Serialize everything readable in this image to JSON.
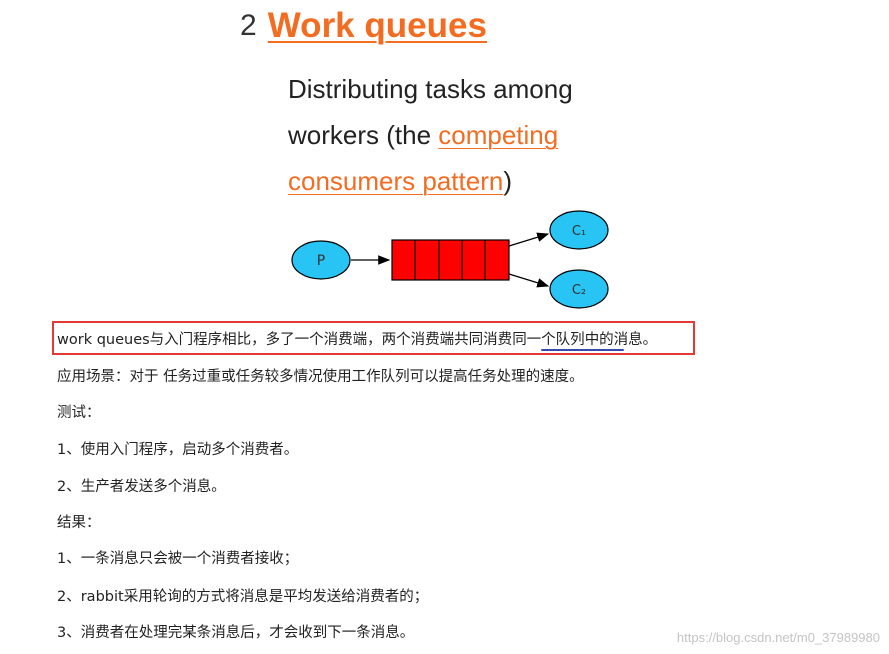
{
  "heading": {
    "number": "2",
    "title": "Work queues"
  },
  "subtitle": {
    "line1": "Distributing tasks among",
    "line2_prefix": "workers (the ",
    "line2_link": "competing",
    "line3_link": "consumers pattern",
    "line3_suffix": ")"
  },
  "diagram": {
    "producer_label": "P",
    "consumer1_label": "C₁",
    "consumer2_label": "C₂",
    "queue_slot_count": 5,
    "colors": {
      "node_fill": "#28c4f4",
      "queue_fill": "#ff0000",
      "outline": "#000000"
    }
  },
  "content": {
    "intro_part1": "work queues与入门程序相比，多了一个消费端，两个消费端共同消费",
    "intro_highlight": "同一个队列",
    "intro_part2": "中的消息。",
    "scenario": "应用场景：对于 任务过重或任务较多情况使用工作队列可以提高任务处理的速度。",
    "test_heading": "测试：",
    "test_items": [
      "1、使用入门程序，启动多个消费者。",
      "2、生产者发送多个消息。"
    ],
    "result_heading": "结果：",
    "result_items": [
      "1、一条消息只会被一个消费者接收；",
      "2、rabbit采用轮询的方式将消息是平均发送给消费者的；",
      "3、消费者在处理完某条消息后，才会收到下一条消息。"
    ]
  },
  "watermark": "https://blog.csdn.net/m0_37989980",
  "colors": {
    "accent": "#f36c21",
    "highlight_border": "#e53935",
    "highlight_underline": "#3949ab"
  }
}
